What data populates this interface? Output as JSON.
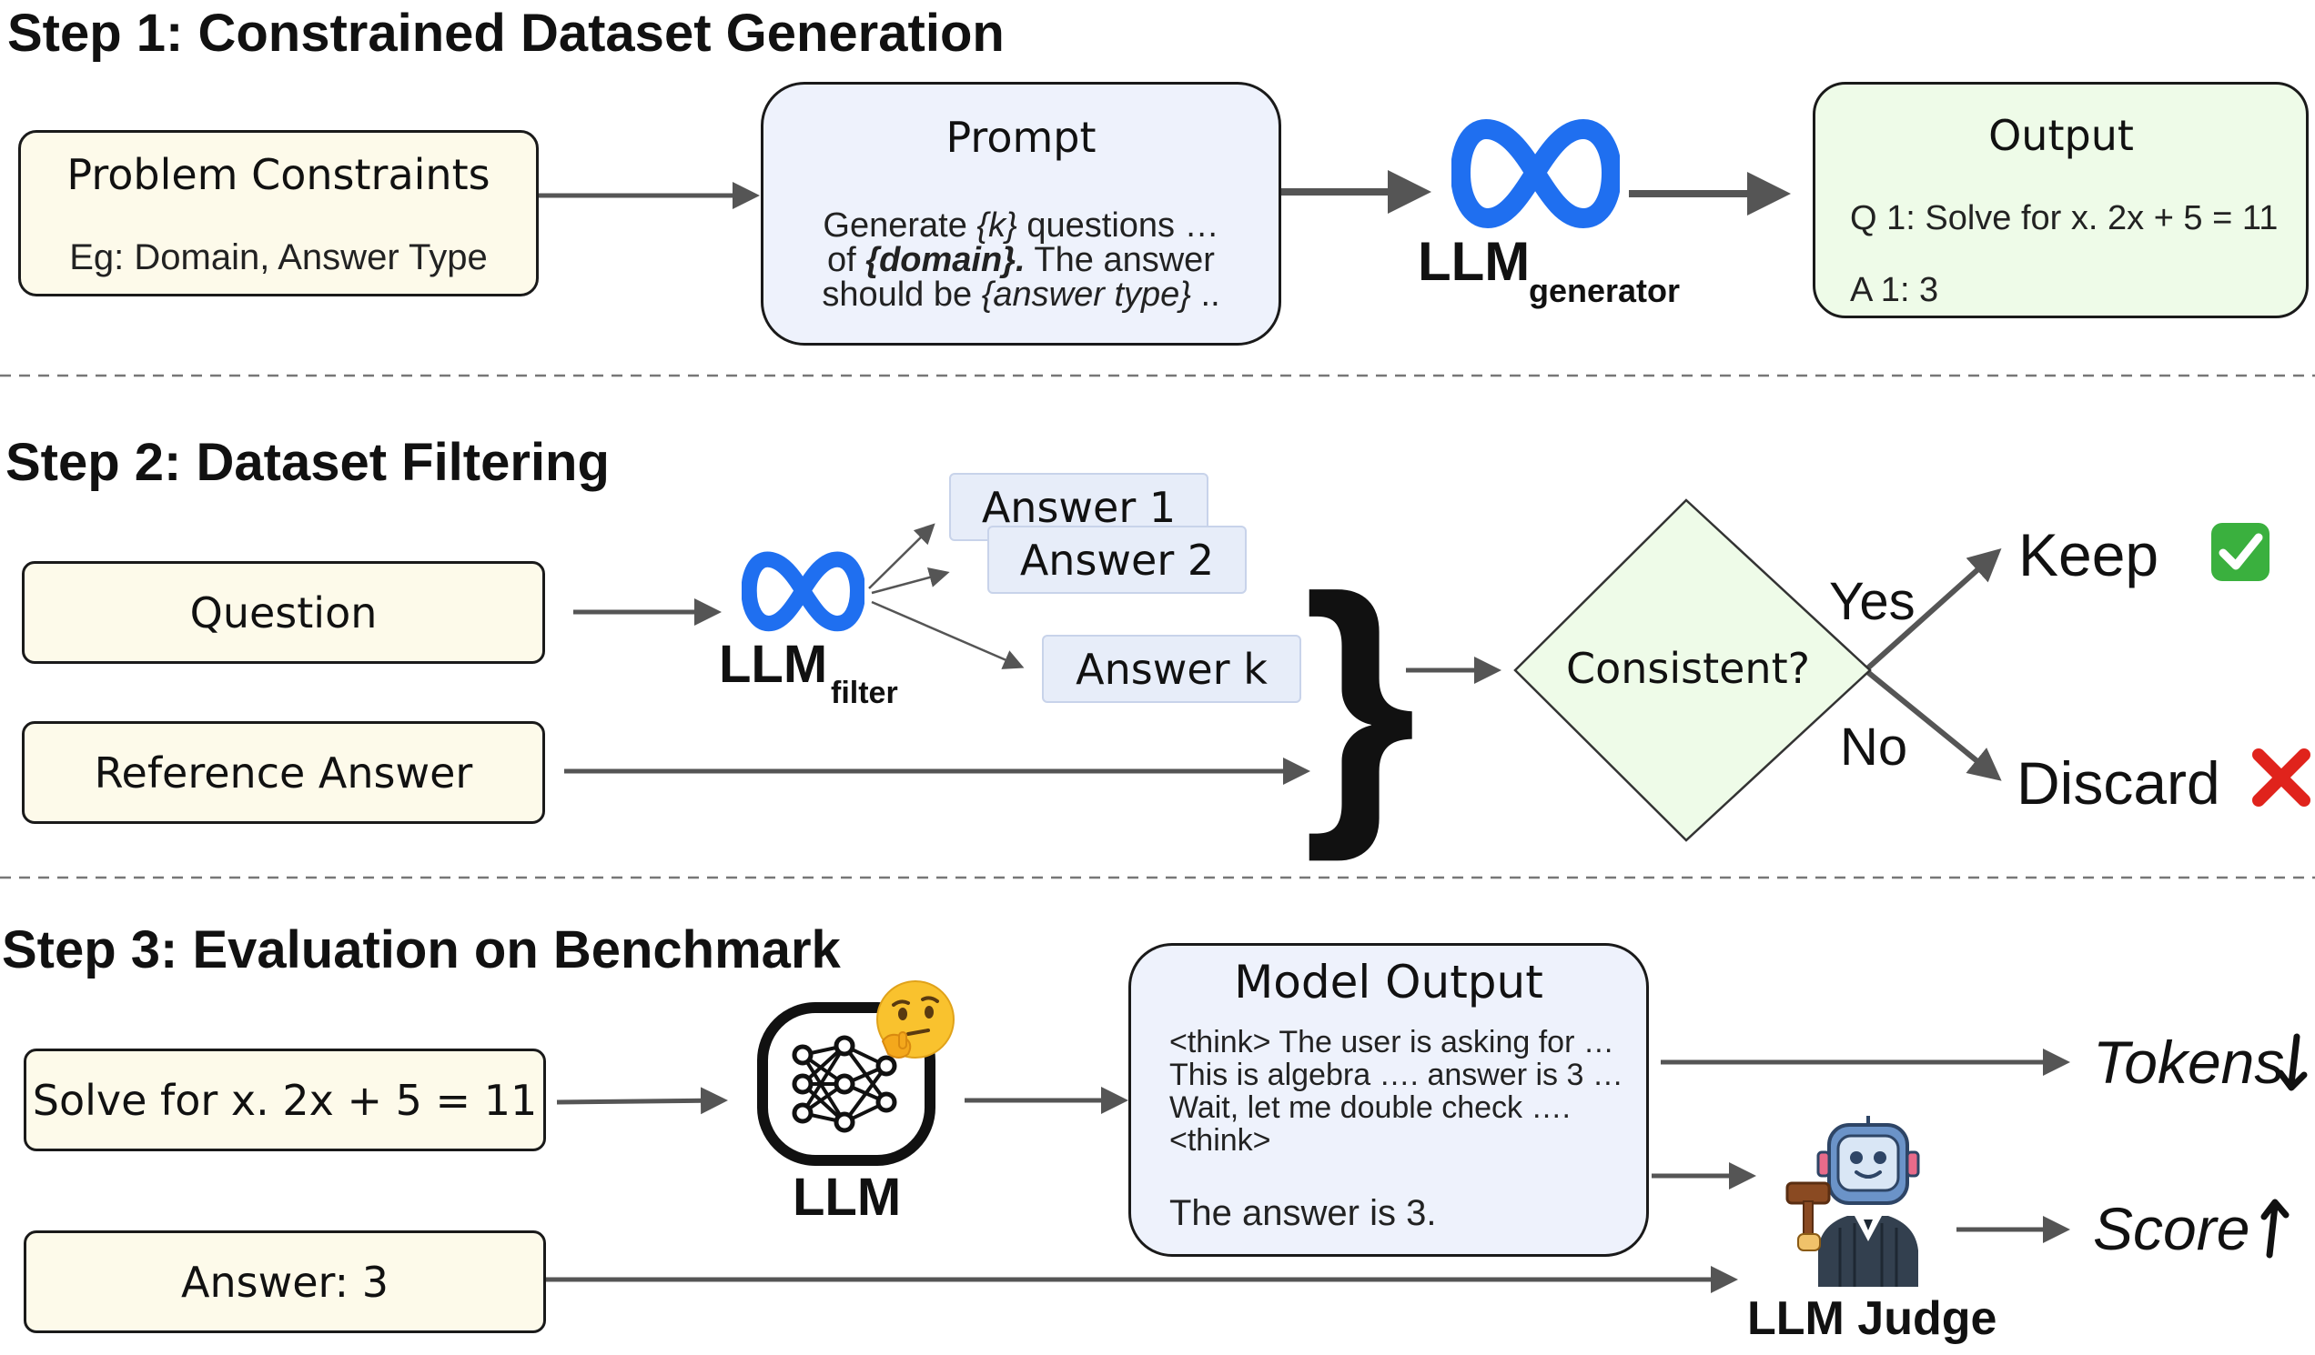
{
  "step1": {
    "title": "Step 1: Constrained Dataset Generation",
    "constraints_title": "Problem Constraints",
    "constraints_sub": "Eg: Domain, Answer Type",
    "prompt_title": "Prompt",
    "prompt_l1_a": "Generate ",
    "prompt_l1_b": "{k}",
    "prompt_l1_c": " questions …",
    "prompt_l2_a": "of ",
    "prompt_l2_b": "{domain}.",
    "prompt_l2_c": " The answer",
    "prompt_l3_a": "should be ",
    "prompt_l3_b": "{answer type}",
    "prompt_l3_c": " ..",
    "llm_label": "LLM",
    "llm_sub": "generator",
    "output_title": "Output",
    "output_q": "Q 1: Solve for x. 2x + 5 = 11",
    "output_a": "A 1: 3"
  },
  "step2": {
    "title": "Step 2: Dataset Filtering",
    "question": "Question",
    "reference": "Reference Answer",
    "llm_label": "LLM",
    "llm_sub": "filter",
    "answer1": "Answer 1",
    "answer2": "Answer 2",
    "answerk": "Answer k",
    "decision": "Consistent?",
    "yes": "Yes",
    "no": "No",
    "keep": "Keep",
    "discard": "Discard"
  },
  "step3": {
    "title": "Step 3: Evaluation on Benchmark",
    "problem": "Solve for x. 2x + 5 = 11",
    "answer": "Answer: 3",
    "llm_label": "LLM",
    "model_output_title": "Model Output",
    "mo_l1": "<think> The user is asking for …",
    "mo_l2": "This is algebra …. answer is 3 …",
    "mo_l3": "Wait, let me double check ….",
    "mo_l4": "<think>",
    "mo_answer": "The answer is 3.",
    "tokens": "Tokens",
    "score": "Score",
    "judge_label": "LLM Judge"
  },
  "colors": {
    "cream": "#fdfaea",
    "blue_box": "#eef2fc",
    "green_box": "#eefbe8",
    "answer_box": "#e7edf9",
    "meta_blue": "#1f6ff0",
    "arrow": "#555555",
    "keep_green": "#3ab03e",
    "discard_red": "#e0231c"
  },
  "icons": [
    "meta-infinity-icon",
    "neural-network-icon",
    "thinking-face-icon",
    "robot-judge-icon",
    "check-mark-icon",
    "cross-mark-icon",
    "arrow-down-icon",
    "arrow-up-icon"
  ]
}
